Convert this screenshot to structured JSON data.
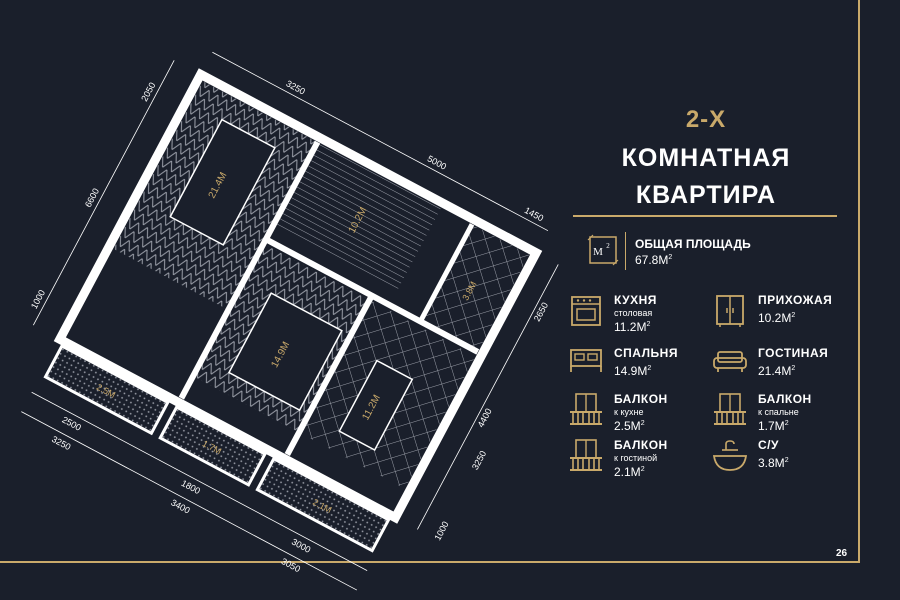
{
  "heading": {
    "line1": "2-Х",
    "line2": "КОМНАТНАЯ",
    "line3": "КВАРТИРА"
  },
  "total": {
    "label": "ОБЩАЯ ПЛОЩАДЬ",
    "value": "67.8М",
    "icon_text": "М",
    "icon_sup": "2"
  },
  "rooms": [
    {
      "name": "КУХНЯ",
      "sub": "столовая",
      "area": "11.2М",
      "icon": "stove-icon"
    },
    {
      "name": "ПРИХОЖАЯ",
      "sub": "",
      "area": "10.2М",
      "icon": "wardrobe-icon"
    },
    {
      "name": "СПАЛЬНЯ",
      "sub": "",
      "area": "14.9М",
      "icon": "bed-icon"
    },
    {
      "name": "ГОСТИНАЯ",
      "sub": "",
      "area": "21.4М",
      "icon": "sofa-icon"
    },
    {
      "name": "БАЛКОН",
      "sub": "к кухне",
      "area": "2.5М",
      "icon": "balcony-icon"
    },
    {
      "name": "БАЛКОН",
      "sub": "к спальне",
      "area": "1.7М",
      "icon": "balcony-icon"
    },
    {
      "name": "БАЛКОН",
      "sub": "к гостиной",
      "area": "2.1М",
      "icon": "balcony-icon"
    },
    {
      "name": "С/У",
      "sub": "",
      "area": "3.8М",
      "icon": "sink-icon"
    }
  ],
  "area_unit_sup": "2",
  "plan": {
    "dimensions": [
      "3250",
      "2050",
      "6600",
      "5000",
      "1450",
      "1000",
      "2650",
      "4400",
      "3250",
      "1000",
      "2500",
      "3250",
      "1800",
      "3400",
      "3000",
      "3050"
    ],
    "rooms": [
      "21.4М",
      "14.9М",
      "10.2М",
      "11.2М",
      "3.8М",
      "2.5М",
      "1.7М",
      "2.1М"
    ]
  },
  "page_number": "26",
  "colors": {
    "background": "#1a1f2b",
    "gold": "#c9a96a",
    "white": "#ffffff"
  }
}
